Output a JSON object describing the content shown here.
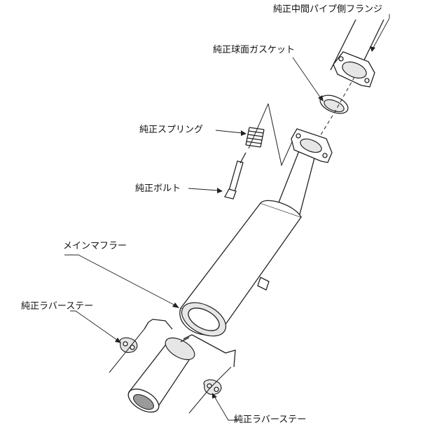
{
  "labels": {
    "mid_pipe_flange": "純正中間パイプ側フランジ",
    "spherical_gasket": "純正球面ガスケット",
    "spring": "純正スプリング",
    "bolt": "純正ボルト",
    "main_muffler": "メインマフラー",
    "rubber_stay_left": "純正ラバーステー",
    "rubber_stay_bottom": "純正ラバーステー"
  }
}
